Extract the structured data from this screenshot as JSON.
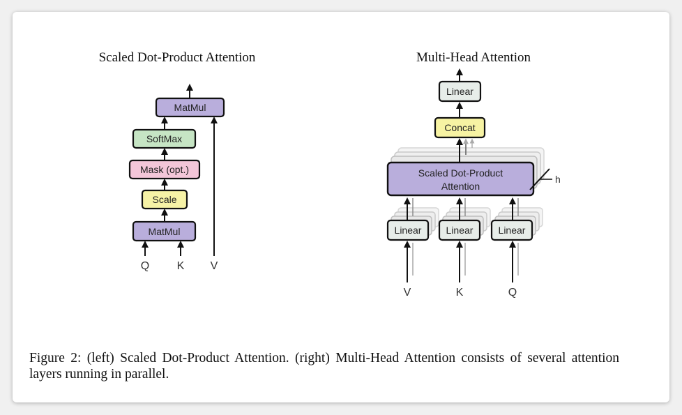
{
  "left": {
    "title": "Scaled Dot-Product Attention",
    "blocks": {
      "matmul_top": "MatMul",
      "softmax": "SoftMax",
      "mask": "Mask (opt.)",
      "scale": "Scale",
      "matmul_bottom": "MatMul"
    },
    "inputs": {
      "q": "Q",
      "k": "K",
      "v": "V"
    }
  },
  "right": {
    "title": "Multi-Head Attention",
    "blocks": {
      "linear_out": "Linear",
      "concat": "Concat",
      "attention_line1": "Scaled Dot-Product",
      "attention_line2": "Attention",
      "linear_v": "Linear",
      "linear_k": "Linear",
      "linear_q": "Linear"
    },
    "heads_label": "h",
    "inputs": {
      "v": "V",
      "k": "K",
      "q": "Q"
    }
  },
  "caption": "Figure 2: (left) Scaled Dot-Product Attention. (right) Multi-Head Attention consists of several attention layers running in parallel.",
  "colors": {
    "matmul": "#b9aedc",
    "softmax": "#c6e5c4",
    "mask": "#f3c6d8",
    "scale": "#f6f2a6",
    "linear": "#e7ede9",
    "concat": "#f7f3a3",
    "attention": "#b9aedc"
  }
}
